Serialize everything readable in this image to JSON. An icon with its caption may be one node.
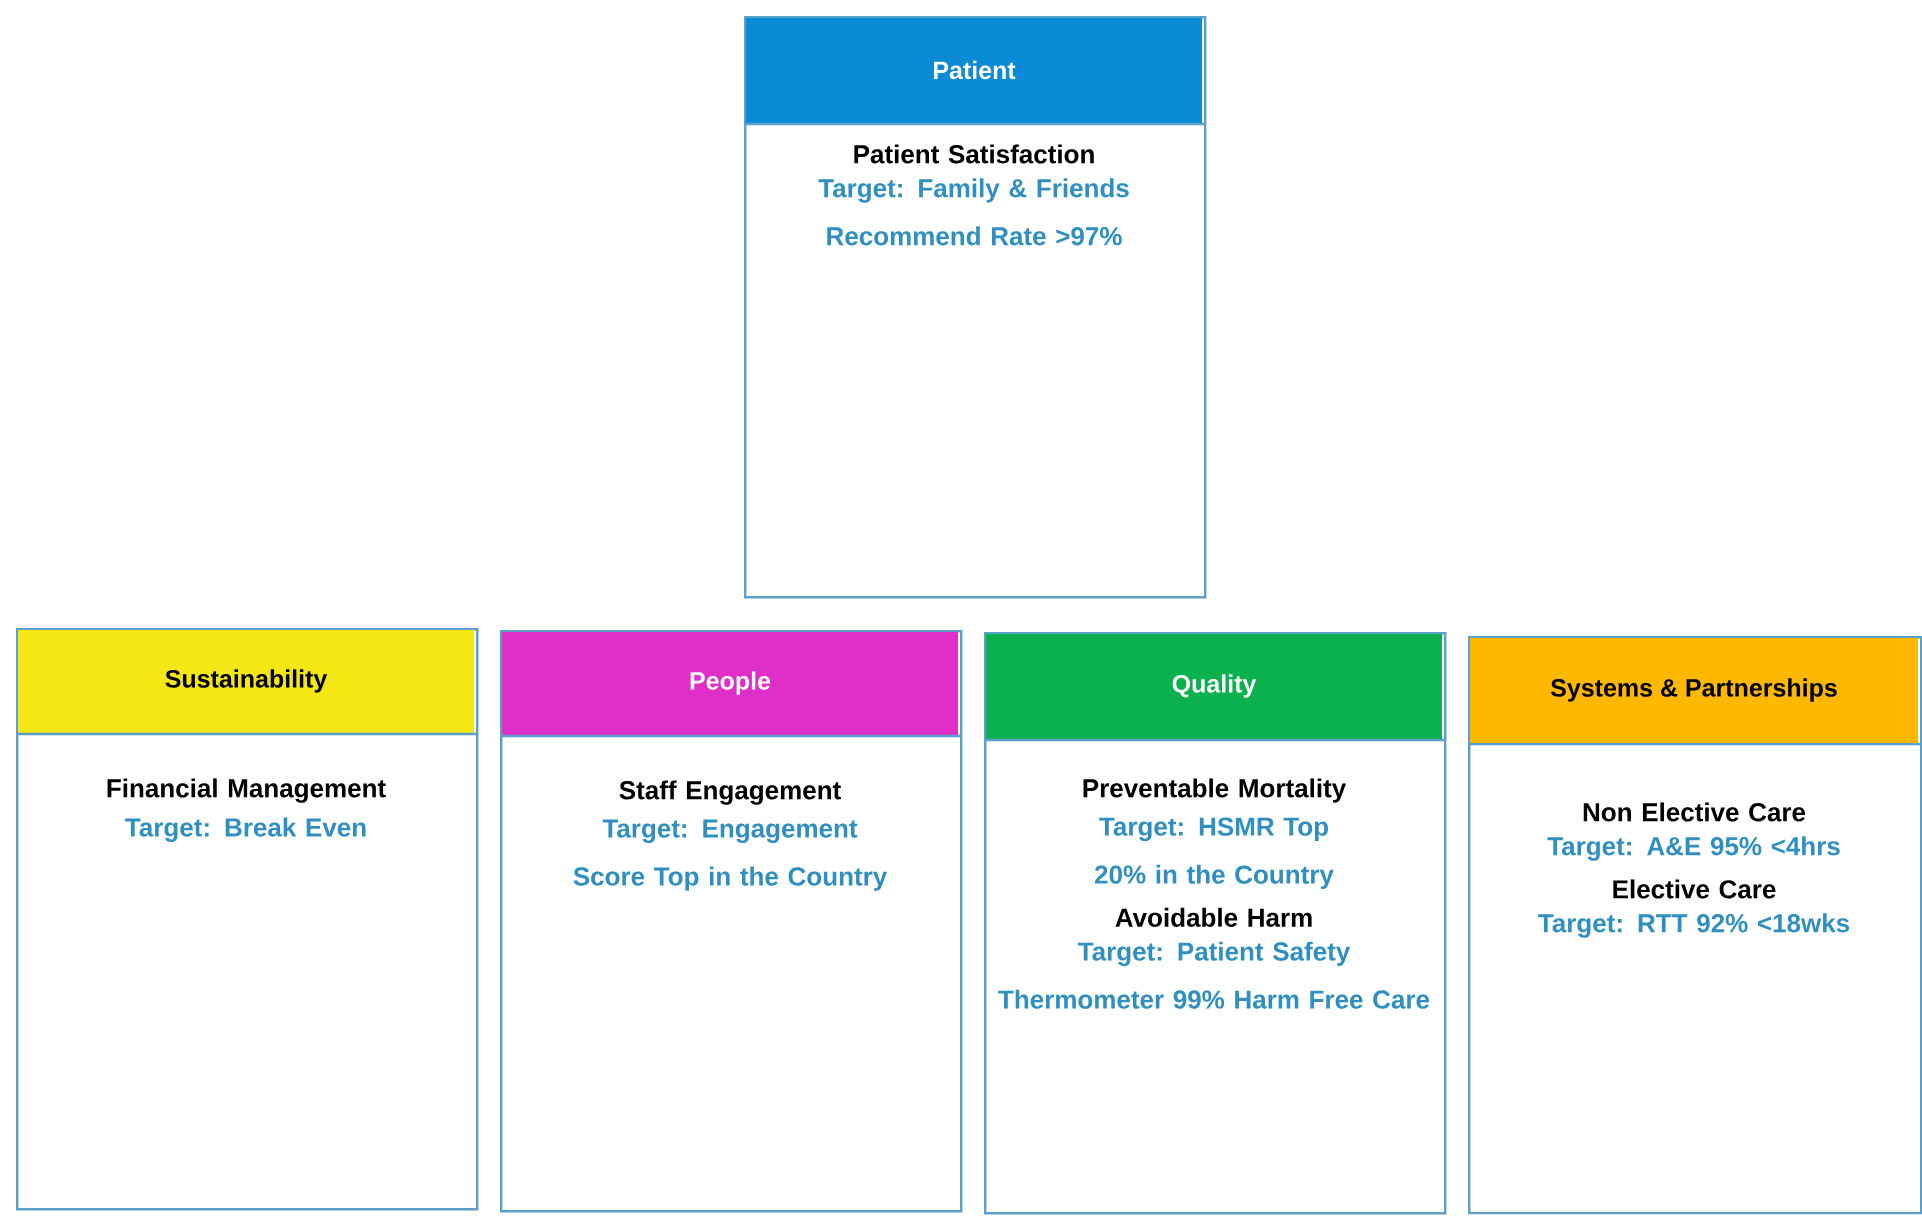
{
  "diagram": {
    "nodes": [
      {
        "text": [
          "Patient",
          "Patient Satisfaction",
          "Target: Family & Friends Recommend Rate >97%"
        ]
      },
      {
        "text": [
          "Sustainability",
          "Financial Management",
          "Target: Break Even"
        ]
      },
      {
        "text": [
          "People",
          "Staff Engagement",
          "Target: Engagement Score Top in the Country"
        ]
      },
      {
        "text": [
          "Quality",
          "Preventable Mortality",
          "Target: HSMR Top 20% in the Country",
          "Avoidable Harm",
          "Target: Patient Safety Thermometer 99% Harm Free Care"
        ]
      },
      {
        "text": [
          "Systems & Partnerships",
          "Non Elective Care",
          "Target: A&E 95% <4hrs",
          "Elective Care",
          "Target: RTT 92% <18wks"
        ]
      }
    ]
  }
}
